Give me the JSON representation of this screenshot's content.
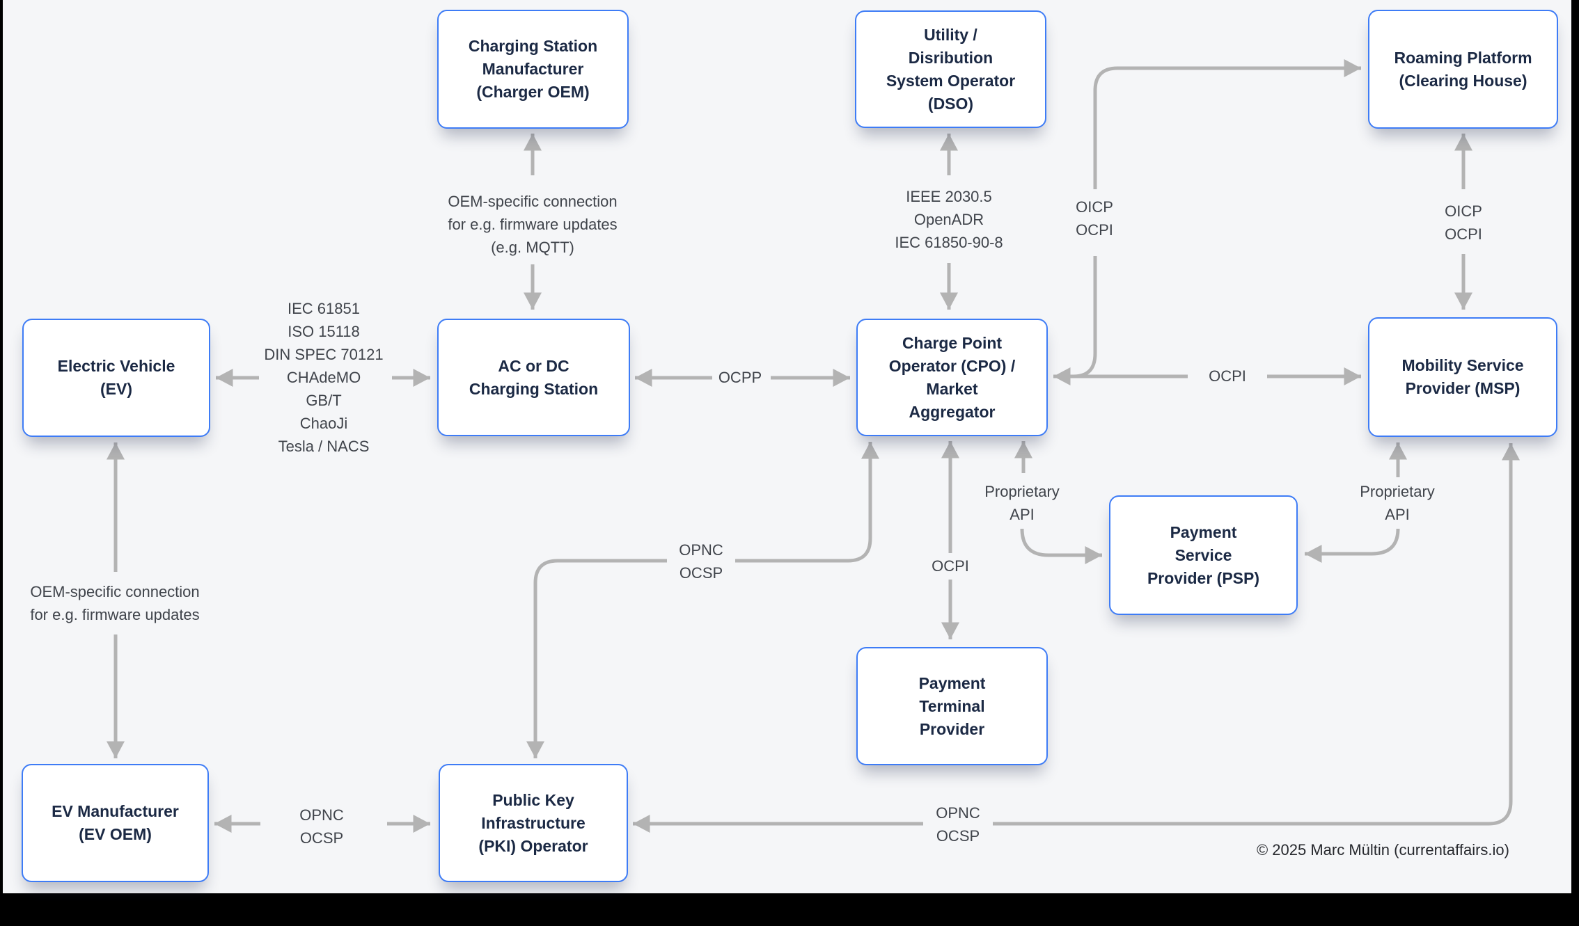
{
  "theme": {
    "background": "#000000",
    "surface": "#f5f6f8",
    "node_fill": "#ffffff",
    "node_border": "#3e7cf6",
    "node_text": "#1b2944",
    "connector": "#b3b3b3",
    "label_text": "#40444b",
    "footer_text": "#26282d"
  },
  "nodes": {
    "charger_oem": [
      "Charging Station",
      "Manufacturer",
      "(Charger OEM)"
    ],
    "dso": [
      "Utility /",
      "Disribution",
      "System Operator",
      "(DSO)"
    ],
    "roaming": [
      "Roaming Platform",
      "(Clearing House)"
    ],
    "ev": [
      "Electric Vehicle",
      "(EV)"
    ],
    "charging_station": [
      "AC or DC",
      "Charging Station"
    ],
    "cpo": [
      "Charge Point",
      "Operator (CPO) /",
      "Market",
      "Aggregator"
    ],
    "msp": [
      "Mobility Service",
      "Provider (MSP)"
    ],
    "psp": [
      "Payment",
      "Service",
      "Provider (PSP)"
    ],
    "ptp": [
      "Payment",
      "Terminal",
      "Provider"
    ],
    "ev_oem": [
      "EV Manufacturer",
      "(EV OEM)"
    ],
    "pki": [
      "Public Key",
      "Infrastructure",
      "(PKI) Operator"
    ]
  },
  "connectors": {
    "charger_oem__charging_station": [
      "OEM-specific connection",
      "for e.g. firmware updates",
      "(e.g. MQTT)"
    ],
    "dso__cpo": [
      "IEEE 2030.5",
      "OpenADR",
      "IEC 61850-90-8"
    ],
    "roaming__msp": [
      "OICP",
      "OCPI"
    ],
    "cpo__roaming": [
      "OICP",
      "OCPI"
    ],
    "ev__charging_station": [
      "IEC 61851",
      "ISO 15118",
      "DIN SPEC 70121",
      "CHAdeMO",
      "GB/T",
      "ChaoJi",
      "Tesla / NACS"
    ],
    "charging_station__cpo": [
      "OCPP"
    ],
    "cpo__msp": [
      "OCPI"
    ],
    "cpo__ptp": [
      "OCPI"
    ],
    "cpo__psp": [
      "Proprietary",
      "API"
    ],
    "msp__psp": [
      "Proprietary",
      "API"
    ],
    "pki__cpo": [
      "OPNC",
      "OCSP"
    ],
    "ev_oem__pki": [
      "OPNC",
      "OCSP"
    ],
    "pki__msp": [
      "OPNC",
      "OCSP"
    ],
    "ev__ev_oem": [
      "OEM-specific connection",
      "for e.g. firmware updates"
    ]
  },
  "footer": {
    "copyright": "© 2025 Marc Mültin (currentaffairs.io)"
  }
}
